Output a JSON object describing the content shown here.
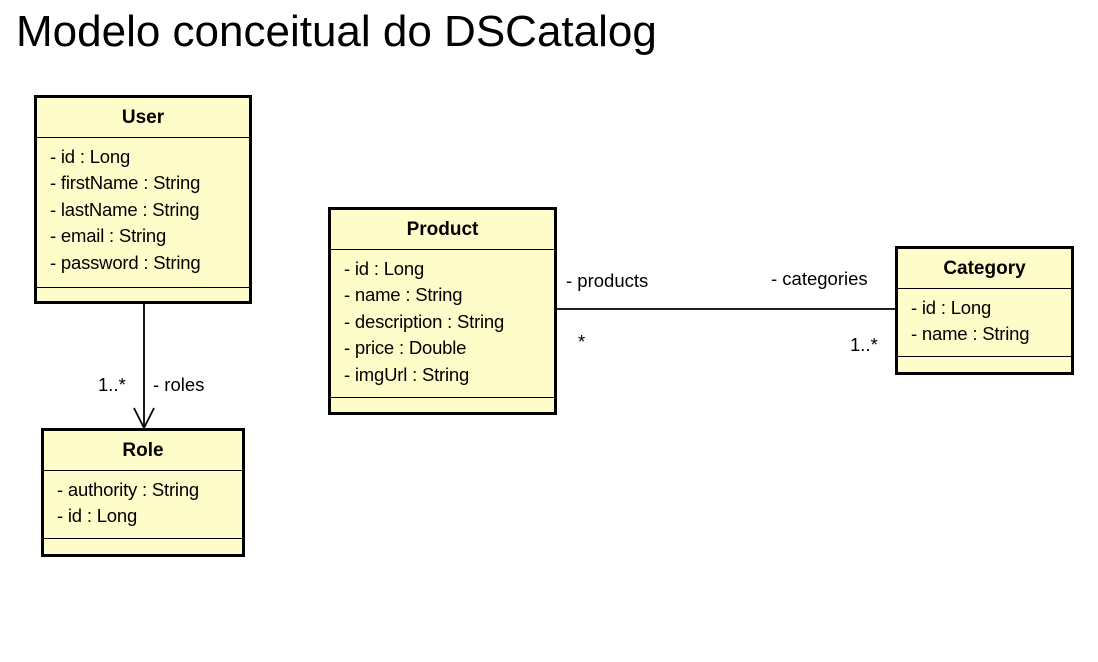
{
  "title": "Modelo conceitual do DSCatalog",
  "classes": {
    "user": {
      "name": "User",
      "attributes": [
        "- id : Long",
        "- firstName : String",
        "- lastName : String",
        "- email : String",
        "- password : String"
      ]
    },
    "role": {
      "name": "Role",
      "attributes": [
        "- authority : String",
        "- id : Long"
      ]
    },
    "product": {
      "name": "Product",
      "attributes": [
        "- id : Long",
        "- name : String",
        "- description : String",
        "- price : Double",
        "- imgUrl : String"
      ]
    },
    "category": {
      "name": "Category",
      "attributes": [
        "- id : Long",
        "- name : String"
      ]
    }
  },
  "associations": {
    "user_role": {
      "role_label": "- roles",
      "multiplicity": "1..*"
    },
    "product_category": {
      "left_role": "- products",
      "left_multiplicity": "*",
      "right_role": "- categories",
      "right_multiplicity": "1..*"
    }
  },
  "colors": {
    "class_fill": "#fefdc9",
    "stroke": "#000000"
  }
}
